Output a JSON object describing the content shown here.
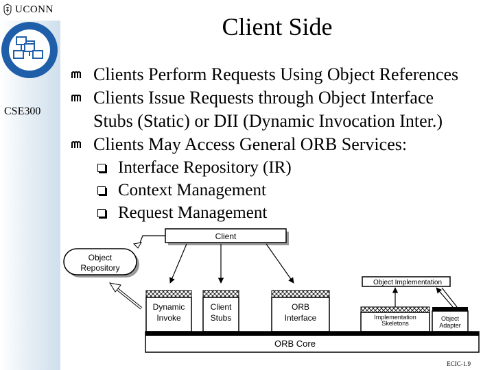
{
  "brand": {
    "name": "UCONN"
  },
  "sidebar": {
    "course_code": "CSE300"
  },
  "slide": {
    "title": "Client Side"
  },
  "bullets": [
    {
      "text": "Clients Perform Requests Using Object References"
    },
    {
      "text": "Clients Issue Requests through Object Interface"
    },
    {
      "text": "Stubs (Static) or DII (Dynamic Invocation Inter.)"
    },
    {
      "text": "Clients May Access General ORB Services:"
    }
  ],
  "sub_bullets": [
    {
      "text": "Interface Repository (IR)"
    },
    {
      "text": "Context Management"
    },
    {
      "text": "Request Management"
    }
  ],
  "diagram": {
    "client": "Client",
    "object_repository_line1": "Object",
    "object_repository_line2": "Repository",
    "object_implementation": "Object Implementation",
    "dynamic_invoke_line1": "Dynamic",
    "dynamic_invoke_line2": "Invoke",
    "client_stubs_line1": "Client",
    "client_stubs_line2": "Stubs",
    "orb_interface_line1": "ORB",
    "orb_interface_line2": "Interface",
    "implementation_skeletons_line1": "Implementation",
    "implementation_skeletons_line2": "Skeletons",
    "object_adapter_line1": "Object",
    "object_adapter_line2": "Adapter",
    "orb_core": "ORB Core"
  },
  "footer": {
    "slide_id": "ECIC-1.9"
  },
  "colors": {
    "text": "#000000",
    "logo_blue": "#1f5ea8",
    "sidebar_tint": "#cfdfec"
  }
}
